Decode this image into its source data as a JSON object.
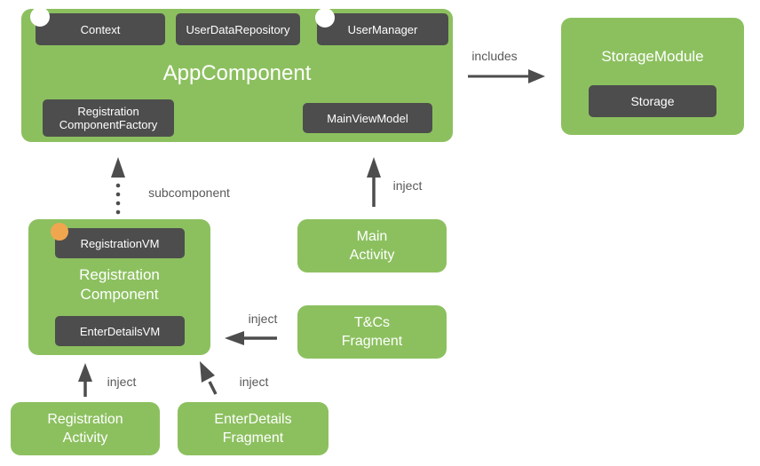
{
  "colors": {
    "box_green": "#8CC05F",
    "chip_dark": "#4D4D4D",
    "arrow_gray": "#4D4D4D",
    "label_gray": "#595959",
    "singleton_scope_dot": "#FFFFFF",
    "activity_scope_dot": "#F0A64F",
    "background": "#FFFFFF"
  },
  "app_component": {
    "title": "AppComponent",
    "chips_top": [
      "Context",
      "UserDataRepository",
      "UserManager"
    ],
    "chips_bottom": [
      "Registration\nComponentFactory",
      "MainViewModel"
    ]
  },
  "storage_module": {
    "title": "StorageModule",
    "chip": "Storage"
  },
  "registration_component": {
    "title": "Registration\nComponent",
    "chip_top": "RegistrationVM",
    "chip_bottom": "EnterDetailsVM"
  },
  "boxes": {
    "main_activity": "Main\nActivity",
    "tcs_fragment": "T&Cs\nFragment",
    "registration_activity": "Registration\nActivity",
    "enterdetails_fragment": "EnterDetails\nFragment"
  },
  "arrow_labels": {
    "includes": "includes",
    "subcomponent": "subcomponent",
    "inject_main_activity": "inject",
    "inject_tcs_fragment": "inject",
    "inject_registration_activity": "inject",
    "inject_enterdetails_fragment": "inject"
  }
}
